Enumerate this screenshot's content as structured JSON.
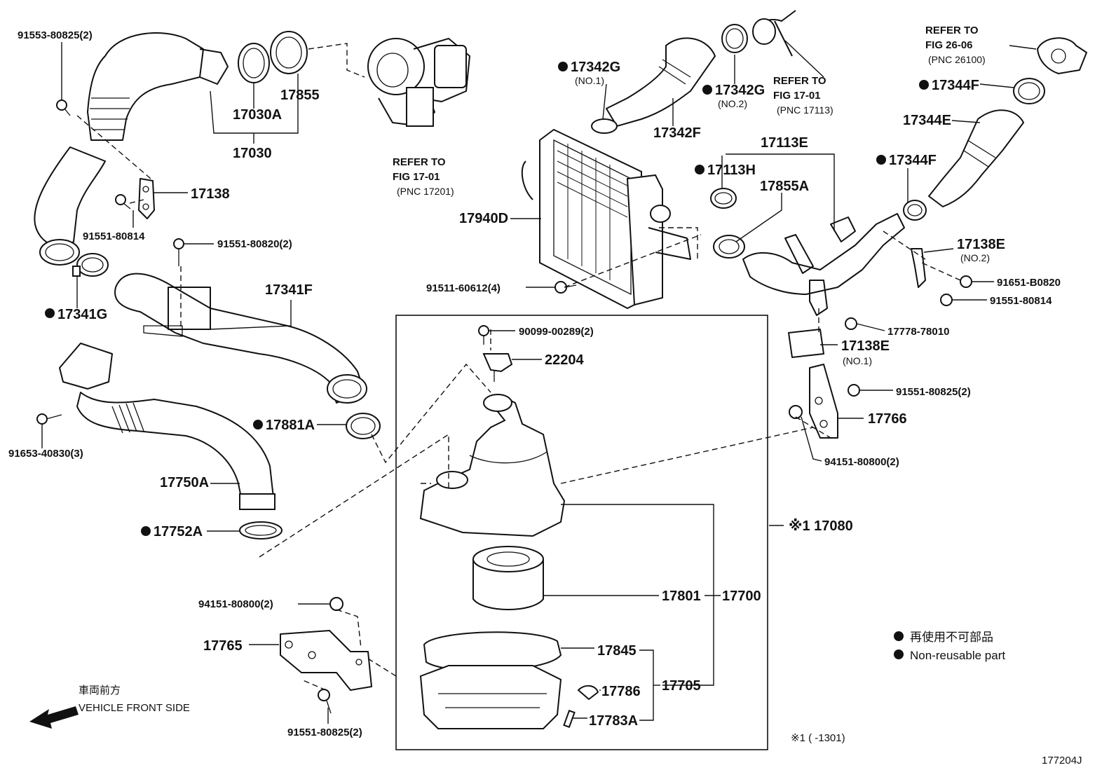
{
  "labels": {
    "p91553_80825": "91553-80825(2)",
    "p17030A": "17030A",
    "p17855": "17855",
    "p17030": "17030",
    "p17138": "17138",
    "p91551_80814_a": "91551-80814",
    "p91551_80820": "91551-80820(2)",
    "p17341G": "17341G",
    "p17341F": "17341F",
    "p91653_40830": "91653-40830(3)",
    "p17750A": "17750A",
    "p17752A": "17752A",
    "p17881A": "17881A",
    "p94151_80800_a": "94151-80800(2)",
    "p17765": "17765",
    "p91551_80825_a": "91551-80825(2)",
    "p17342G_1": "17342G",
    "p17342G_1_sub": "(NO.1)",
    "p17342G_2": "17342G",
    "p17342G_2_sub": "(NO.2)",
    "p17342F": "17342F",
    "p17940D": "17940D",
    "p91511_60612": "91511-60612(4)",
    "p17113H": "17113H",
    "p17113E": "17113E",
    "p17855A": "17855A",
    "p17344F_a": "17344F",
    "p17344E": "17344E",
    "p17344F_b": "17344F",
    "p17138E_2": "17138E",
    "p17138E_2_sub": "(NO.2)",
    "p91651_B0820": "91651-B0820",
    "p91551_80814_b": "91551-80814",
    "p17778_78010": "17778-78010",
    "p17138E_1": "17138E",
    "p17138E_1_sub": "(NO.1)",
    "p91551_80825_b": "91551-80825(2)",
    "p17766": "17766",
    "p94151_80800_b": "94151-80800(2)",
    "p90099_00289": "90099-00289(2)",
    "p22204": "22204",
    "p17080": "※1 17080",
    "p17801": "17801",
    "p17700": "17700",
    "p17845": "17845",
    "p17705": "17705",
    "p17786": "17786",
    "p17783A": "17783A"
  },
  "references": {
    "turbo_line1": "REFER TO",
    "turbo_line2": "FIG 17-01",
    "turbo_line3": "(PNC 17201)",
    "pipe_line1": "REFER TO",
    "pipe_line2": "FIG 17-01",
    "pipe_line3": "(PNC 17113)",
    "fig26_line1": "REFER TO",
    "fig26_line2": "FIG 26-06",
    "fig26_line3": "(PNC 26100)"
  },
  "legend": {
    "jp": "再使用不可部品",
    "en": "Non-reusable part",
    "vehicle_jp": "車両前方",
    "vehicle_en": "VEHICLE FRONT SIDE",
    "footnote": "※1 (      -1301)",
    "figure_code": "177204J"
  }
}
